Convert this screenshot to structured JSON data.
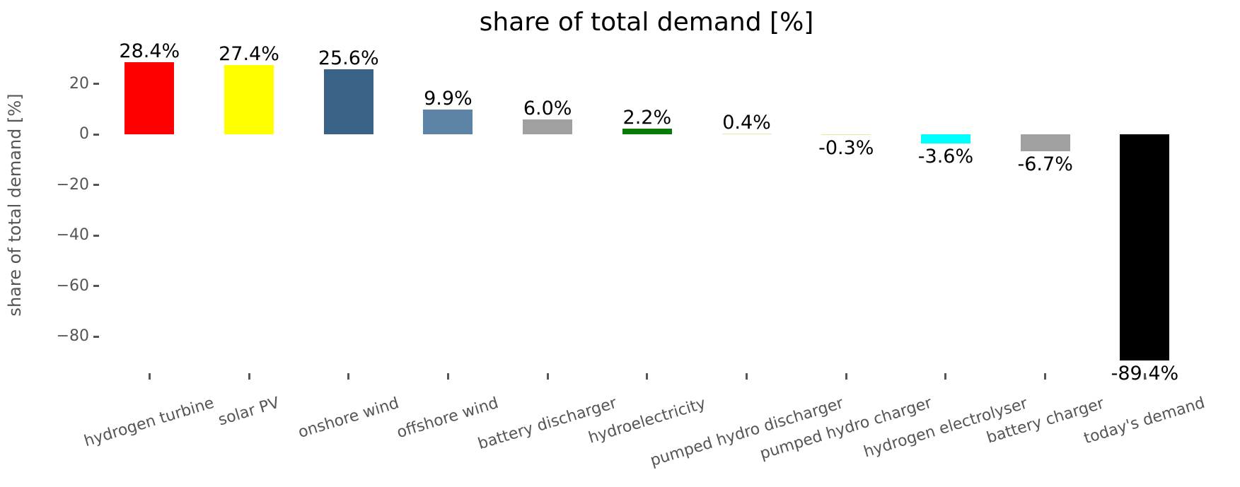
{
  "chart_data": {
    "type": "bar",
    "title": "share of total demand [%]",
    "ylabel": "share of total demand [%]",
    "xlabel": "",
    "categories": [
      "hydrogen turbine",
      "solar PV",
      "onshore wind",
      "offshore wind",
      "battery discharger",
      "hydroelectricity",
      "pumped hydro discharger",
      "pumped hydro charger",
      "hydrogen electrolyser",
      "battery charger",
      "today's demand"
    ],
    "values": [
      28.4,
      27.4,
      25.6,
      9.9,
      6.0,
      2.2,
      0.4,
      -0.3,
      -3.6,
      -6.7,
      -89.4
    ],
    "bar_colors": [
      "#ff0000",
      "#ffff00",
      "#3a6286",
      "#5d84a6",
      "#a0a0a0",
      "#077a07",
      "#d8f0a4",
      "#d8f0a4",
      "#00ffff",
      "#a0a0a0",
      "#000000"
    ],
    "value_label_suffix": "%",
    "yticks": [
      20,
      0,
      -20,
      -40,
      -60,
      -80
    ],
    "ylim": [
      -94.5,
      33
    ],
    "grid": false,
    "legend": false,
    "tick_color": "#555555",
    "value_label_color": "#000000"
  }
}
